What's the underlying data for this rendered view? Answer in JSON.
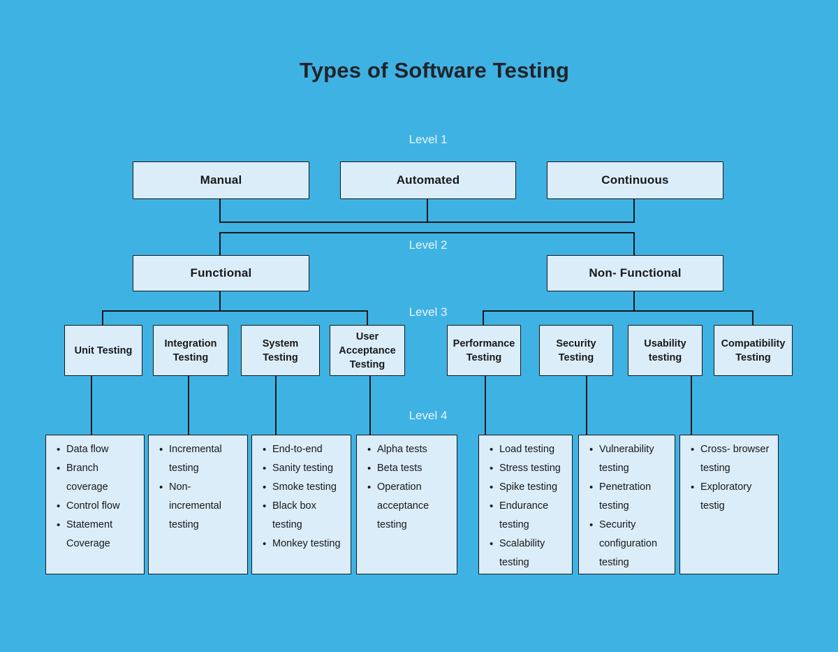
{
  "title": "Types of Software Testing",
  "level_labels": [
    "Level 1",
    "Level 2",
    "Level 3",
    "Level 4"
  ],
  "level1": {
    "boxes": [
      "Manual",
      "Automated",
      "Continuous"
    ]
  },
  "level2": {
    "boxes": [
      "Functional",
      "Non- Functional"
    ]
  },
  "level3": {
    "boxes": [
      "Unit Testing",
      "Integration Testing",
      "System Testing",
      "User Acceptance Testing",
      "Performance Testing",
      "Security Testing",
      "Usability testing",
      "Compatibility Testing"
    ]
  },
  "level4": {
    "boxes": [
      {
        "items": [
          "Data flow",
          "Branch coverage",
          "Control flow",
          "Statement Coverage"
        ]
      },
      {
        "items": [
          "Incremental testing",
          "Non-incremental testing"
        ]
      },
      {
        "items": [
          "End-to-end",
          "Sanity testing",
          "Smoke testing",
          "Black box testing",
          "Monkey testing"
        ]
      },
      {
        "items": [
          "Alpha tests",
          "Beta tests",
          "Operation acceptance testing"
        ]
      },
      {
        "items": [
          "Load testing",
          "Stress testing",
          "Spike testing",
          "Endurance testing",
          "Scalability testing"
        ]
      },
      {
        "items": [
          "Vulnerability testing",
          "Penetration testing",
          "Security configuration testing"
        ]
      },
      {
        "items": [
          "Cross- browser testing",
          "Exploratory testig"
        ]
      }
    ]
  },
  "colors": {
    "background": "#3FB2E4",
    "box_fill": "#DBEDF8",
    "box_border": "#14181B",
    "title_text": "#212328",
    "level_label_text": "#E9F5FB",
    "box_text": "#17181A"
  }
}
